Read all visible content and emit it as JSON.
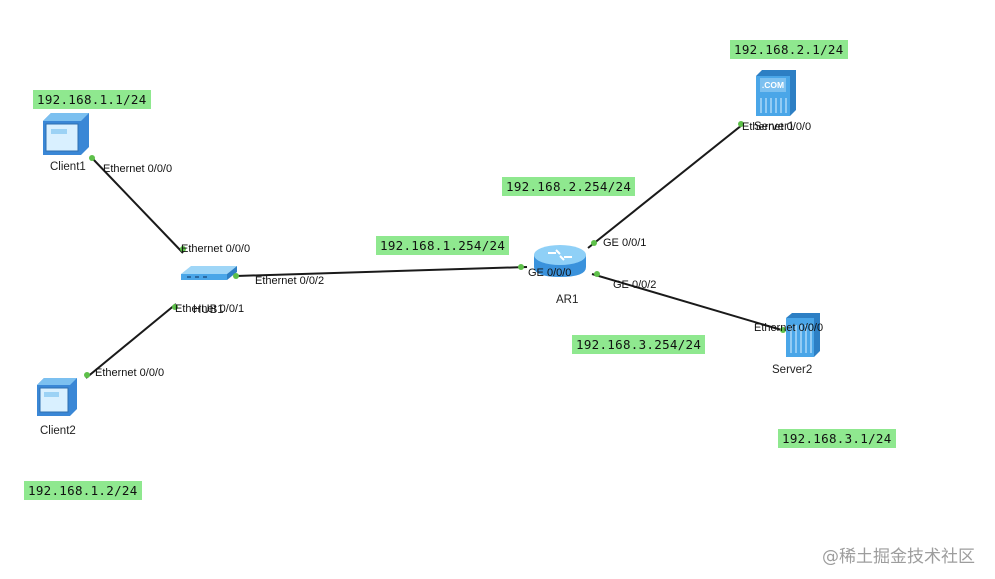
{
  "devices": {
    "client1": {
      "label": "Client1",
      "ip": "192.168.1.1/24",
      "port": "Ethernet 0/0/0"
    },
    "client2": {
      "label": "Client2",
      "ip": "192.168.1.2/24",
      "port": "Ethernet 0/0/0"
    },
    "hub": {
      "label": "HUB1",
      "ports": [
        "Ethernet 0/0/0",
        "Ethernet 0/0/1",
        "Ethernet 0/0/2"
      ]
    },
    "router": {
      "label": "AR1",
      "ports": [
        "GE 0/0/0",
        "GE 0/0/1",
        "GE 0/0/2"
      ],
      "ips": [
        "192.168.1.254/24",
        "192.168.2.254/24",
        "192.168.3.254/24"
      ]
    },
    "server1": {
      "label": "Server1",
      "ip": "192.168.2.1/24",
      "port": "Ethernet 0/0/0",
      "icon_text": ".COM"
    },
    "server2": {
      "label": "Server2",
      "ip": "192.168.3.1/24",
      "port": "Ethernet 0/0/0"
    }
  },
  "watermark": "@稀土掘金技术社区",
  "colors": {
    "ip_bg": "#8fe88f",
    "port_dot": "#5ec04a",
    "device_blue": "#4aa6e8"
  }
}
